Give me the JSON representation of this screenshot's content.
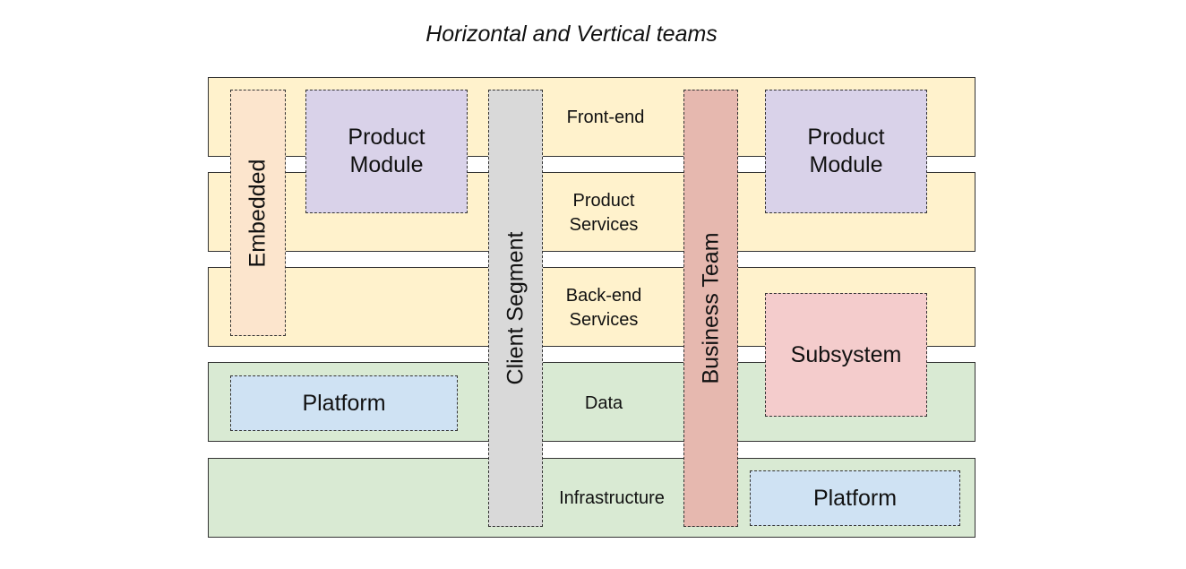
{
  "title": "Horizontal and Vertical teams",
  "colors": {
    "frontend_layers": "#fff2cc",
    "data_layers": "#d9ead3",
    "product_module": "#d9d2e9",
    "embedded": "#fce5cd",
    "client_segment": "#d9d9d9",
    "business_team": "#e6b8af",
    "subsystem": "#f4cccc",
    "platform": "#cfe2f3"
  },
  "layers": [
    {
      "label": "Front-end"
    },
    {
      "label": "Product Services"
    },
    {
      "label": "Back-end Services"
    },
    {
      "label": "Data"
    },
    {
      "label": "Infrastructure"
    }
  ],
  "vertical_teams": {
    "embedded": "Embedded",
    "client_segment": "Client Segment",
    "business_team": "Business Team"
  },
  "components": {
    "product_module_left": "Product Module",
    "product_module_right": "Product Module",
    "subsystem": "Subsystem",
    "platform_left": "Platform",
    "platform_right": "Platform"
  }
}
